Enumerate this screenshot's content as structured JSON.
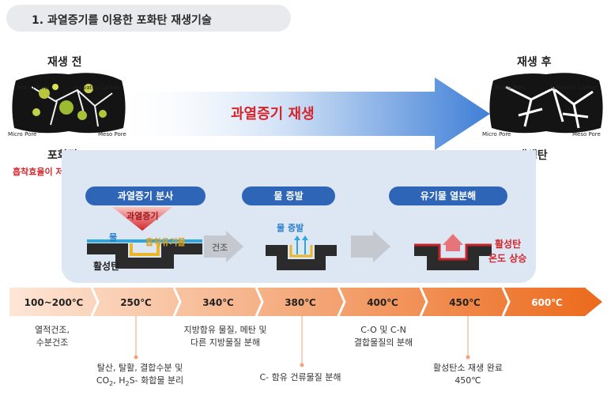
{
  "header": {
    "title": "1. 과열증기를 이용한 포화탄 재생기술"
  },
  "before": {
    "title": "재생 전",
    "pores": {
      "macro": "Macro Pore",
      "activated": "Activated Carbon",
      "micro": "Micro Pore",
      "meso": "Meso Pore"
    },
    "name": "포화탄",
    "note": "흡착효율이 저하된 활성탄"
  },
  "after": {
    "title": "재생 후",
    "pores": {
      "macro": "Macro Pore",
      "activated": "Activated Carbon",
      "micro": "Micro Pore",
      "meso": "Meso Pore"
    },
    "name": "재생탄"
  },
  "main_arrow": {
    "label": "과열증기 재생"
  },
  "steps": [
    {
      "title": "과열증기 분사",
      "steam": "과열증기",
      "water": "물",
      "organic": "흡착유기물",
      "carbon": "활성탄"
    },
    {
      "title": "물 증발",
      "evap": "물 증발"
    },
    {
      "title": "유기물 열분해",
      "rise_1": "활성탄",
      "rise_2": "온도 상승"
    }
  ],
  "connector": {
    "dry": "건조"
  },
  "temperatures": [
    "100~200℃",
    "250℃",
    "340℃",
    "380℃",
    "400℃",
    "450℃",
    "600℃"
  ],
  "descriptions": {
    "d1": [
      "열적건조,",
      "수분건조"
    ],
    "d2": [
      "탈산, 탈활, 결합수분 및",
      "CO",
      "2",
      ", H",
      "2",
      "S- 화합물 분리"
    ],
    "d3": [
      "지방함유 물질, 메탄 및",
      "다른 지방물질 분해"
    ],
    "d4": [
      "C- 함유 건류물질 분해"
    ],
    "d5": [
      "C-O 및 C-N",
      "결합물질의 분해"
    ],
    "d6": [
      "활성탄소 재생 완료",
      "450℃"
    ]
  },
  "colors": {
    "accent_blue": "#2e65b7",
    "accent_red": "#d4262b",
    "bar_start": "#fde3d0",
    "bar_end": "#ec6a1c"
  }
}
